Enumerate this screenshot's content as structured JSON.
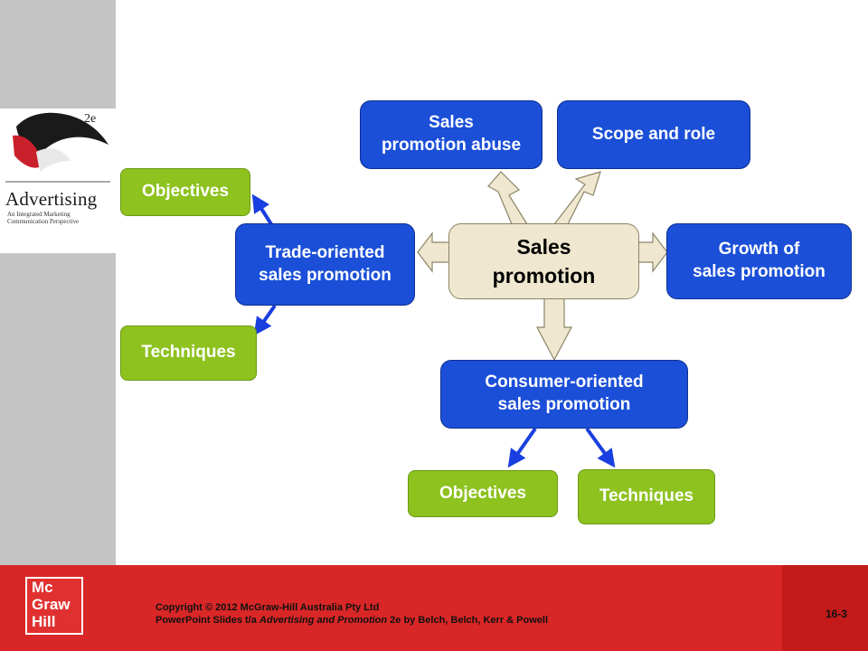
{
  "cover": {
    "title": "Advertising",
    "subtitle": "An Integrated Marketing Communication Perspective",
    "edition": "2e"
  },
  "diagram": {
    "center": "Sales\npromotion",
    "abuse": "Sales\npromotion abuse",
    "scope": "Scope and role",
    "growth": "Growth of\nsales promotion",
    "trade": "Trade-oriented\nsales promotion",
    "consumer": "Consumer-oriented\nsales promotion",
    "trade_objectives": "Objectives",
    "trade_techniques": "Techniques",
    "consumer_objectives": "Objectives",
    "consumer_techniques": "Techniques",
    "colors": {
      "blue": "#1b4fd8",
      "green": "#8dc21f",
      "center": "#efe7cf",
      "arrow": "#1a3fe0"
    }
  },
  "footer": {
    "logo": [
      "Mc",
      "Graw",
      "Hill"
    ],
    "copyright_line1": "Copyright © 2012 McGraw-Hill Australia Pty Ltd",
    "copyright_line2_a": "PowerPoint Slides t/a ",
    "copyright_line2_b": "Advertising and Promotion",
    "copyright_line2_c": " 2e by Belch, Belch, Kerr & Powell",
    "slide_number": "16-3"
  }
}
